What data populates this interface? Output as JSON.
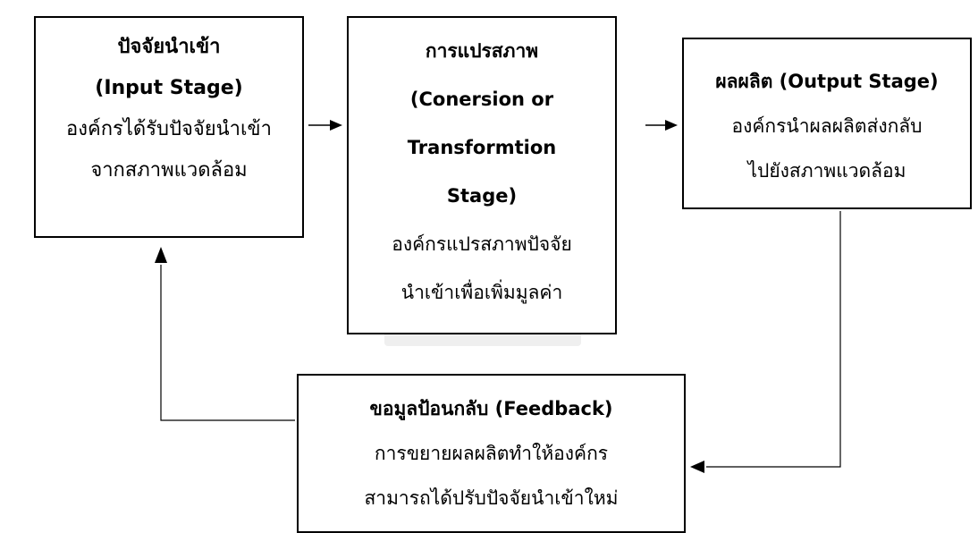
{
  "diagram": {
    "input": {
      "title": "ปัจจัยนำเข้า",
      "subtitle": "(Input Stage)",
      "desc_line1": "องค์กรได้รับปัจจัยนำเข้า",
      "desc_line2": "จากสภาพแวดล้อม"
    },
    "conversion": {
      "title": "การแปรสภาพ",
      "subtitle_line1": "(Conersion or",
      "subtitle_line2": "Transformtion",
      "subtitle_line3": "Stage)",
      "desc_line1": "องค์กรแปรสภาพปัจจัย",
      "desc_line2": "นำเข้าเพื่อเพิ่มมูลค่า"
    },
    "output": {
      "title": "ผลผลิต (Output Stage)",
      "desc_line1": "องค์กรนำผลผลิตส่งกลับ",
      "desc_line2": "ไปยังสภาพแวดล้อม"
    },
    "feedback": {
      "title": "ขอมูลป้อนกลับ (Feedback)",
      "desc_line1": "การขยายผลผลิตทำให้องค์กร",
      "desc_line2": "สามารถได้ปรับปัจจัยนำเข้าใหม่"
    },
    "colors": {
      "stroke": "#000000",
      "watermark": "#e6e6e6"
    }
  }
}
